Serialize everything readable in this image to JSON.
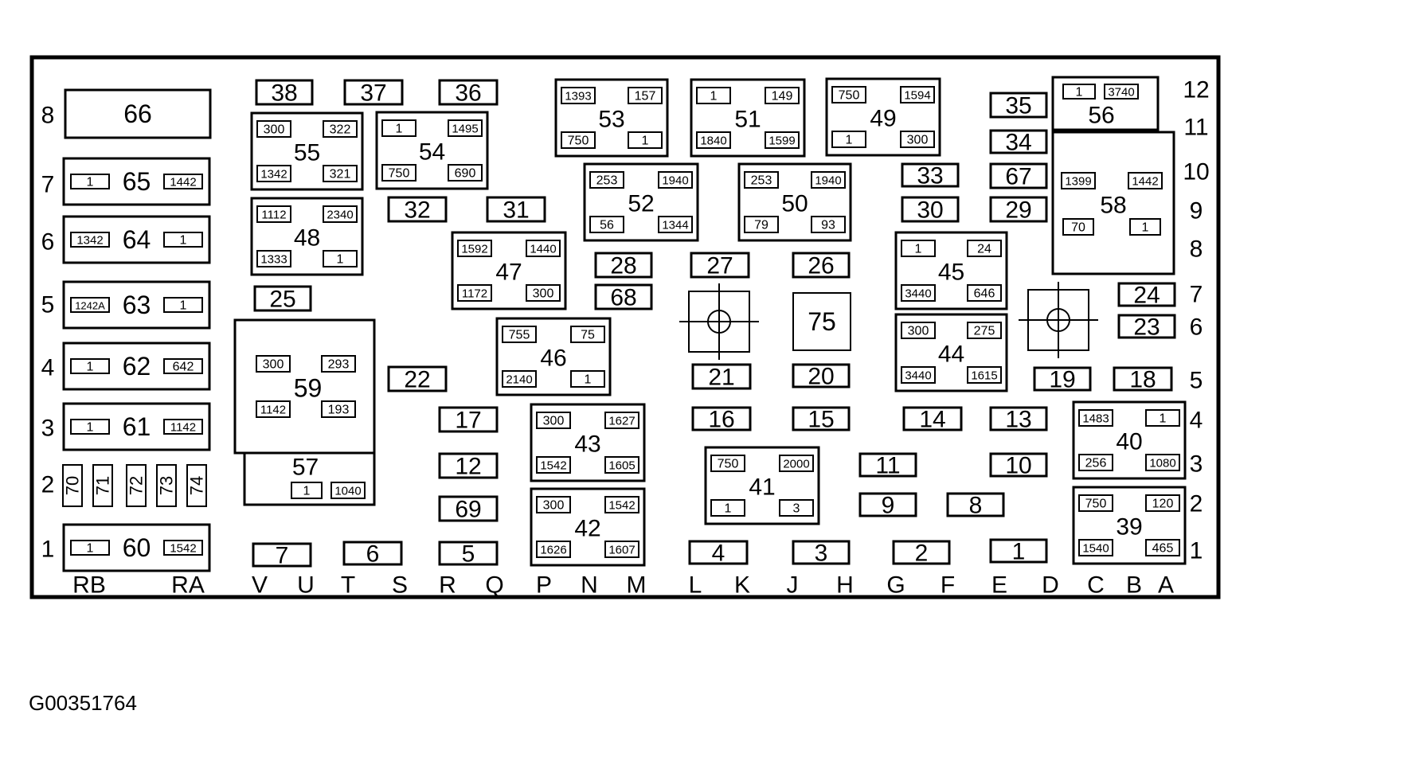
{
  "caption": "G00351764",
  "row_labels_left": [
    "8",
    "7",
    "6",
    "5",
    "4",
    "3",
    "2",
    "1"
  ],
  "row_labels_right": [
    "12",
    "11",
    "10",
    "9",
    "8",
    "7",
    "6",
    "5",
    "4",
    "3",
    "2",
    "1"
  ],
  "column_labels": [
    "RB",
    "RA",
    "V",
    "U",
    "T",
    "S",
    "R",
    "Q",
    "P",
    "N",
    "M",
    "L",
    "K",
    "J",
    "H",
    "G",
    "F",
    "E",
    "D",
    "C",
    "B",
    "A"
  ],
  "fuses": [
    "38",
    "37",
    "36",
    "35",
    "34",
    "33",
    "32",
    "31",
    "30",
    "29",
    "28",
    "68",
    "67",
    "27",
    "26",
    "25",
    "24",
    "23",
    "22",
    "21",
    "20",
    "19",
    "18",
    "17",
    "16",
    "15",
    "14",
    "13",
    "12",
    "11",
    "10",
    "9",
    "8",
    "69",
    "7",
    "6",
    "5",
    "4",
    "3",
    "2",
    "1"
  ],
  "relays": {
    "66": {
      "label": "66",
      "pins": []
    },
    "65": {
      "label": "65",
      "pins": [
        "1",
        "1442"
      ]
    },
    "64": {
      "label": "64",
      "pins": [
        "1342",
        "1"
      ]
    },
    "63": {
      "label": "63",
      "pins": [
        "1242A",
        "1"
      ]
    },
    "62": {
      "label": "62",
      "pins": [
        "1",
        "642"
      ]
    },
    "61": {
      "label": "61",
      "pins": [
        "1",
        "1142"
      ]
    },
    "60": {
      "label": "60",
      "pins": [
        "1",
        "1542"
      ]
    },
    "55": {
      "label": "55",
      "pins": [
        "300",
        "322",
        "1342",
        "321"
      ]
    },
    "54": {
      "label": "54",
      "pins": [
        "1",
        "1495",
        "750",
        "690"
      ]
    },
    "53": {
      "label": "53",
      "pins": [
        "1393",
        "157",
        "750",
        "1"
      ]
    },
    "51": {
      "label": "51",
      "pins": [
        "1",
        "149",
        "1840",
        "1599"
      ]
    },
    "49": {
      "label": "49",
      "pins": [
        "750",
        "1594",
        "1",
        "300"
      ]
    },
    "56": {
      "label": "56",
      "pins": [
        "1",
        "3740"
      ]
    },
    "58": {
      "label": "58",
      "pins": [
        "1399",
        "1442",
        "70",
        "1"
      ]
    },
    "48": {
      "label": "48",
      "pins": [
        "1112",
        "2340",
        "1333",
        "1"
      ]
    },
    "52": {
      "label": "52",
      "pins": [
        "253",
        "1940",
        "56",
        "1344"
      ]
    },
    "50": {
      "label": "50",
      "pins": [
        "253",
        "1940",
        "79",
        "93"
      ]
    },
    "47": {
      "label": "47",
      "pins": [
        "1592",
        "1440",
        "1172",
        "300"
      ]
    },
    "45": {
      "label": "45",
      "pins": [
        "1",
        "24",
        "3440",
        "646"
      ]
    },
    "46": {
      "label": "46",
      "pins": [
        "755",
        "75",
        "2140",
        "1"
      ]
    },
    "44": {
      "label": "44",
      "pins": [
        "300",
        "275",
        "3440",
        "1615"
      ]
    },
    "59": {
      "label": "59",
      "pins": [
        "300",
        "293",
        "1142",
        "193"
      ]
    },
    "57": {
      "label": "57",
      "pins": [
        "1",
        "1040"
      ]
    },
    "43": {
      "label": "43",
      "pins": [
        "300",
        "1627",
        "1542",
        "1605"
      ]
    },
    "40": {
      "label": "40",
      "pins": [
        "1483",
        "1",
        "256",
        "1080"
      ]
    },
    "41": {
      "label": "41",
      "pins": [
        "750",
        "2000",
        "1",
        "3"
      ]
    },
    "42": {
      "label": "42",
      "pins": [
        "300",
        "1542",
        "1626",
        "1607"
      ]
    },
    "39": {
      "label": "39",
      "pins": [
        "750",
        "120",
        "1540",
        "465"
      ]
    }
  },
  "block_75": "75",
  "vertical_fuses": [
    "70",
    "71",
    "72",
    "73",
    "74"
  ]
}
